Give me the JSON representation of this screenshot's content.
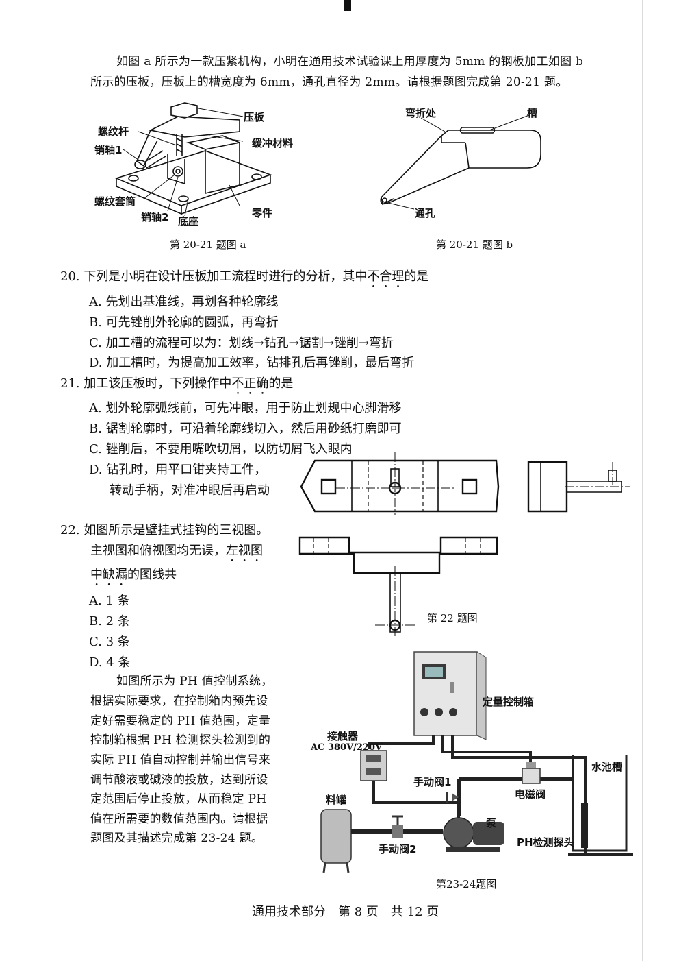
{
  "intro": {
    "line1": "如图 a 所示为一款压紧机构，小明在通用技术试验课上用厚度为 5mm 的钢板加工如图 b",
    "line2": "所示的压板，压板上的槽宽度为 6mm，通孔直径为 2mm。请根据题图完成第 20-21 题。"
  },
  "figA": {
    "caption": "第 20-21 题图 a",
    "labels": {
      "pressplate": "压板",
      "screwrod": "螺纹杆",
      "buffer": "缓冲材料",
      "pin1": "销轴1",
      "sleeve": "螺纹套筒",
      "pin2": "销轴2",
      "base": "底座",
      "part": "零件"
    }
  },
  "figB": {
    "caption": "第 20-21 题图 b",
    "labels": {
      "bend": "弯折处",
      "slot": "槽",
      "hole": "通孔"
    }
  },
  "q20": {
    "num": "20.",
    "stem_a": "下列是小明在设计压板加工流程时进行的分析，其中",
    "stem_em": "不合理",
    "stem_b": "的是",
    "options": [
      "A. 先划出基准线，再划各种轮廓线",
      "B. 可先锉削外轮廓的圆弧，再弯折",
      "C. 加工槽的流程可以为：划线→钻孔→锯割→锉削→弯折",
      "D. 加工槽时，为提高加工效率，钻排孔后再锉削，最后弯折"
    ]
  },
  "q21": {
    "num": "21.",
    "stem_a": "加工该压板时，下列操作中",
    "stem_em": "不正确",
    "stem_b": "的是",
    "options": [
      "A. 划外轮廓弧线前，可先冲眼，用于防止划规中心脚滑移",
      "B. 锯割轮廓时，可沿着轮廓线切入，然后用砂纸打磨即可",
      "C. 锉削后，不要用嘴吹切屑，以防切屑飞入眼内",
      "D. 钻孔时，用平口钳夹持工件，",
      "转动手柄，对准冲眼后再启动"
    ]
  },
  "q22": {
    "num": "22.",
    "line1": "如图所示是壁挂式挂钩的三视图。",
    "line2_a": "主视图和俯视图均无误，",
    "line2_em": "左视图",
    "line3_em": "中缺漏",
    "line3_b": "的图线共",
    "options": [
      "A. 1 条",
      "B. 2 条",
      "C. 3 条",
      "D. 4 条"
    ],
    "caption": "第 22 题图"
  },
  "ph": {
    "lines": [
      "如图所示为 PH 值控制系统，",
      "根据实际要求，在控制箱内预先设",
      "定好需要稳定的 PH 值范围，定量",
      "控制箱根据 PH 检测探头检测到的",
      "实际 PH 值自动控制并输出信号来",
      "调节酸液或碱液的投放，达到所设",
      "定范围后停止投放，从而稳定 PH",
      "值在所需要的数值范围内。请根据",
      "题图及其描述完成第 23-24 题。"
    ],
    "labels": {
      "box": "定量控制箱",
      "contactor": "接触器",
      "ac": "AC 380V/220V",
      "tank": "水池槽",
      "valve1": "手动阀1",
      "solenoid": "电磁阀",
      "drum": "料罐",
      "pump": "泵",
      "probe": "PH检测探头",
      "valve2": "手动阀2"
    },
    "caption": "第23-24题图"
  },
  "footer": "通用技术部分　第 8 页　共 12 页"
}
